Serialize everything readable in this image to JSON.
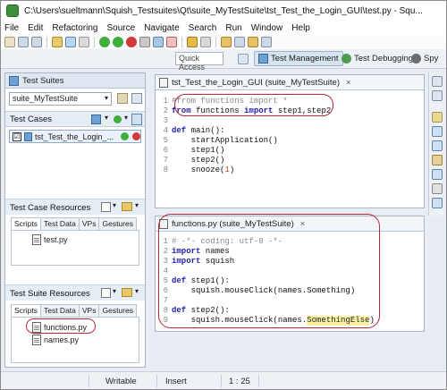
{
  "window": {
    "title": "C:\\Users\\sueltmann\\Squish_Testsuites\\Qt\\suite_MyTestSuite\\tst_Test_the_Login_GUI\\test.py - Squ..."
  },
  "menu": [
    "File",
    "Edit",
    "Refactoring",
    "Source",
    "Navigate",
    "Search",
    "Run",
    "Window",
    "Help"
  ],
  "perspectives": {
    "quick_access": "Quick Access",
    "items": [
      "Test Management",
      "Test Debugging",
      "Spy"
    ]
  },
  "left": {
    "panel_title": "Test Suites",
    "suite_select": "suite_MyTestSuite",
    "test_cases_label": "Test Cases",
    "test_case_item": "tst_Test_the_Login_...",
    "test_case_checked": "☑",
    "tcr_label": "Test Case Resources",
    "tcr_tabs": [
      "Scripts",
      "Test Data",
      "VPs",
      "Gestures"
    ],
    "tcr_files": [
      "test.py"
    ],
    "tsr_label": "Test Suite Resources",
    "tsr_tabs": [
      "Scripts",
      "Test Data",
      "VPs",
      "Gestures"
    ],
    "tsr_files": [
      "functions.py",
      "names.py"
    ]
  },
  "editor1": {
    "tab": "tst_Test_the_Login_GUI (suite_MyTestSuite)",
    "lines": [
      {
        "n": "1",
        "parts": [
          {
            "t": "#from functions import *",
            "c": "cm"
          }
        ]
      },
      {
        "n": "2",
        "parts": [
          {
            "t": "from",
            "c": "kw"
          },
          {
            "t": " functions ",
            "c": "fn"
          },
          {
            "t": "import",
            "c": "kw"
          },
          {
            "t": " step1,step2",
            "c": "fn"
          }
        ]
      },
      {
        "n": "3",
        "parts": []
      },
      {
        "n": "4",
        "parts": [
          {
            "t": "def",
            "c": "kw"
          },
          {
            "t": " main():",
            "c": "fn"
          }
        ]
      },
      {
        "n": "5",
        "parts": [
          {
            "t": "    startApplication()",
            "c": "fn"
          }
        ]
      },
      {
        "n": "6",
        "parts": [
          {
            "t": "    step1()",
            "c": "fn"
          }
        ]
      },
      {
        "n": "7",
        "parts": [
          {
            "t": "    step2()",
            "c": "fn"
          }
        ]
      },
      {
        "n": "8",
        "parts": [
          {
            "t": "    snooze(",
            "c": "fn"
          },
          {
            "t": "1",
            "c": "num"
          },
          {
            "t": ")",
            "c": "fn"
          }
        ]
      }
    ]
  },
  "editor2": {
    "tab": "functions.py (suite_MyTestSuite)",
    "lines": [
      {
        "n": "1",
        "parts": [
          {
            "t": "# -*- coding: utf-8 -*-",
            "c": "cm"
          }
        ]
      },
      {
        "n": "2",
        "parts": [
          {
            "t": "import",
            "c": "kw"
          },
          {
            "t": " names",
            "c": "fn"
          }
        ]
      },
      {
        "n": "3",
        "parts": [
          {
            "t": "import",
            "c": "kw"
          },
          {
            "t": " squish",
            "c": "fn"
          }
        ]
      },
      {
        "n": "4",
        "parts": []
      },
      {
        "n": "5",
        "parts": [
          {
            "t": "def",
            "c": "kw"
          },
          {
            "t": " step1():",
            "c": "fn"
          }
        ]
      },
      {
        "n": "6",
        "parts": [
          {
            "t": "    squish.mouseClick(names.Something)",
            "c": "fn"
          }
        ]
      },
      {
        "n": "7",
        "parts": []
      },
      {
        "n": "8",
        "parts": [
          {
            "t": "def",
            "c": "kw"
          },
          {
            "t": " step2():",
            "c": "fn"
          }
        ]
      },
      {
        "n": "9",
        "parts": [
          {
            "t": "    squish.mouseClick(names.",
            "c": "fn"
          },
          {
            "t": "SomethingElse",
            "c": "hl"
          },
          {
            "t": ")",
            "c": "fn"
          }
        ]
      }
    ]
  },
  "status": {
    "writable": "Writable",
    "insert": "Insert",
    "position": "1 : 25"
  },
  "colors": {
    "annotation": "#b4283c",
    "keyword": "#1f1fa8",
    "comment": "#8a8a8a"
  }
}
